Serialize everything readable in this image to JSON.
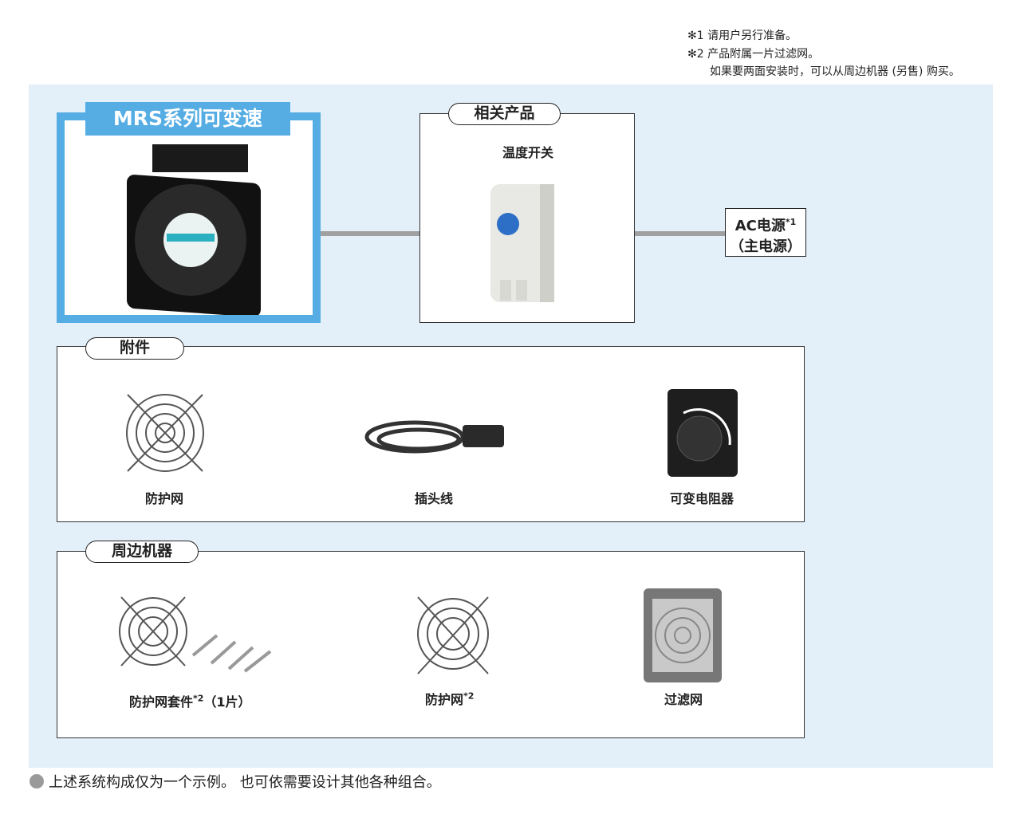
{
  "notes": {
    "note1": "✻1 请用户另行准备。",
    "note2": "✻2 产品附属一片过滤网。",
    "note2b": "如果要两面安装时，可以从周边机器 (另售) 购买。"
  },
  "fan": {
    "title": "MRS系列可变速"
  },
  "related": {
    "title": "相关产品",
    "item": "温度开关"
  },
  "power": {
    "line1": "AC电源",
    "mark": "*1",
    "line2": "（主电源）"
  },
  "accessories": {
    "title": "附件",
    "items": [
      {
        "label": "防护网"
      },
      {
        "label": "插头线"
      },
      {
        "label": "可变电阻器"
      }
    ]
  },
  "peripherals": {
    "title": "周边机器",
    "items": [
      {
        "label": "防护网套件",
        "mark": "*2",
        "suffix": "（1片）"
      },
      {
        "label": "防护网",
        "mark": "*2"
      },
      {
        "label": "过滤网"
      }
    ]
  },
  "footer": "上述系统构成仅为一个示例。 也可依需要设计其他各种组合。",
  "colors": {
    "panel": "#e3eff9",
    "accent": "#55ade3",
    "connector": "#a0a0a0"
  }
}
